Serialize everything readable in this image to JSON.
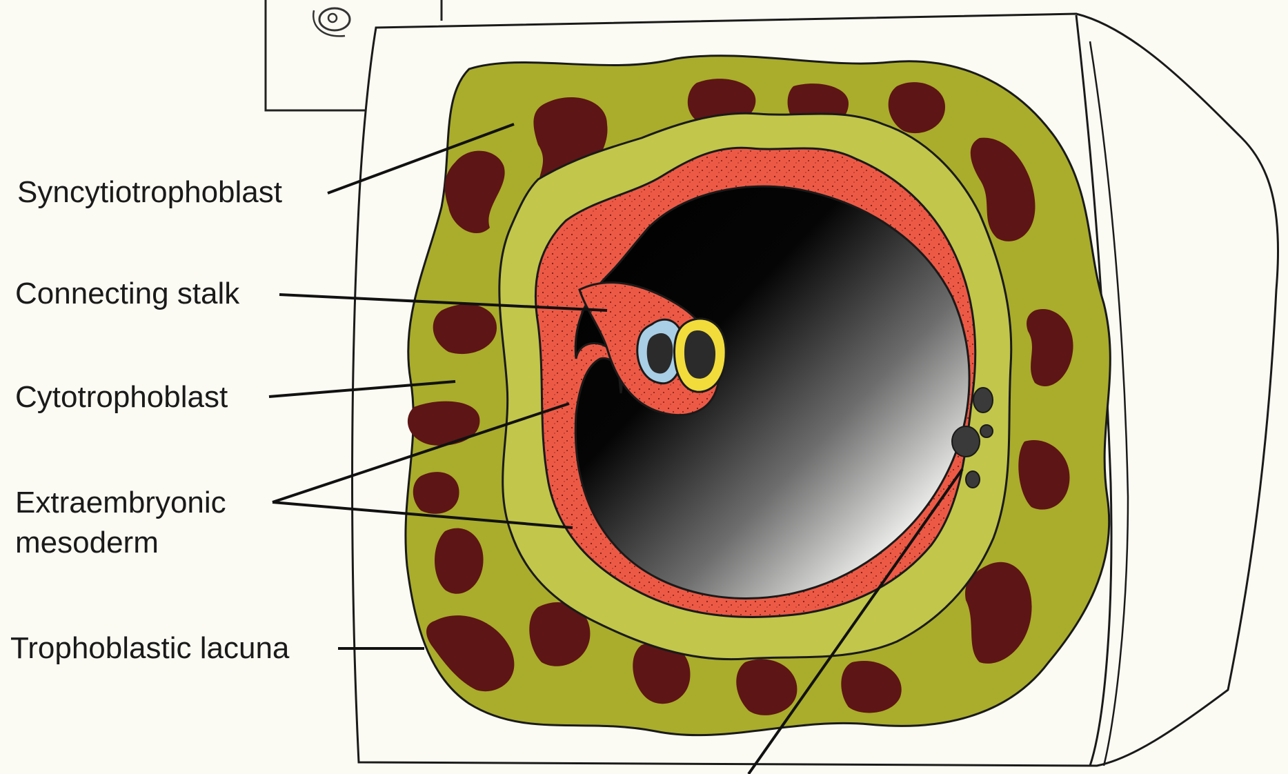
{
  "labels": {
    "syncytiotrophoblast": "Syncytiotrophoblast",
    "connecting_stalk": "Connecting stalk",
    "cytotrophoblast": "Cytotrophoblast",
    "extraembryonic_line1": "Extraembryonic",
    "extraembryonic_line2": "mesoderm",
    "trophoblastic_lacuna": "Trophoblastic lacuna"
  },
  "colors": {
    "background": "#fbfaf3",
    "syncytiotrophoblast": "#a9ad2b",
    "cytotrophoblast": "#c2c64a",
    "lacuna": "#5e1515",
    "mesoderm": "#ec5a46",
    "amnion": "#a8cfe6",
    "yolk_sac": "#f1dc3c",
    "cavity_dark": "#000000",
    "cavity_light": "#ffffff"
  }
}
